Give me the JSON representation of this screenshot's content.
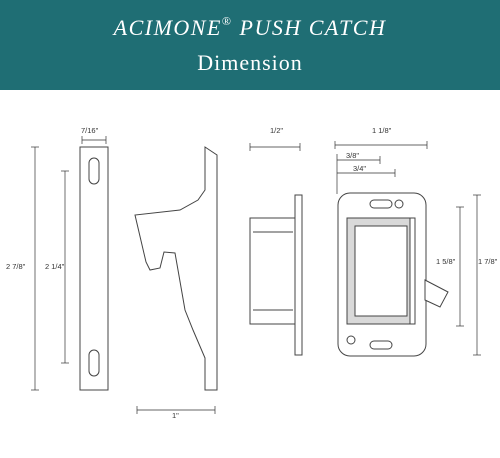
{
  "header": {
    "brand": "ACIMONE",
    "registered_mark": "®",
    "product": "PUSH CATCH",
    "subtitle": "Dimension"
  },
  "dimensions": {
    "plate_width": "7/16\"",
    "plate_height": "2 7/8\"",
    "plate_hole_spacing": "2 1/4\"",
    "hook_width": "1\"",
    "side_depth": "1/2\"",
    "front_width": "1 1/8\"",
    "front_offset_small": "3/8\"",
    "front_offset_large": "3/4\"",
    "front_body_height": "1 5/8\"",
    "front_total_height": "1 7/8\""
  },
  "colors": {
    "banner": "#1f6e74",
    "line": "#444444",
    "shade": "#d9d9d9"
  }
}
